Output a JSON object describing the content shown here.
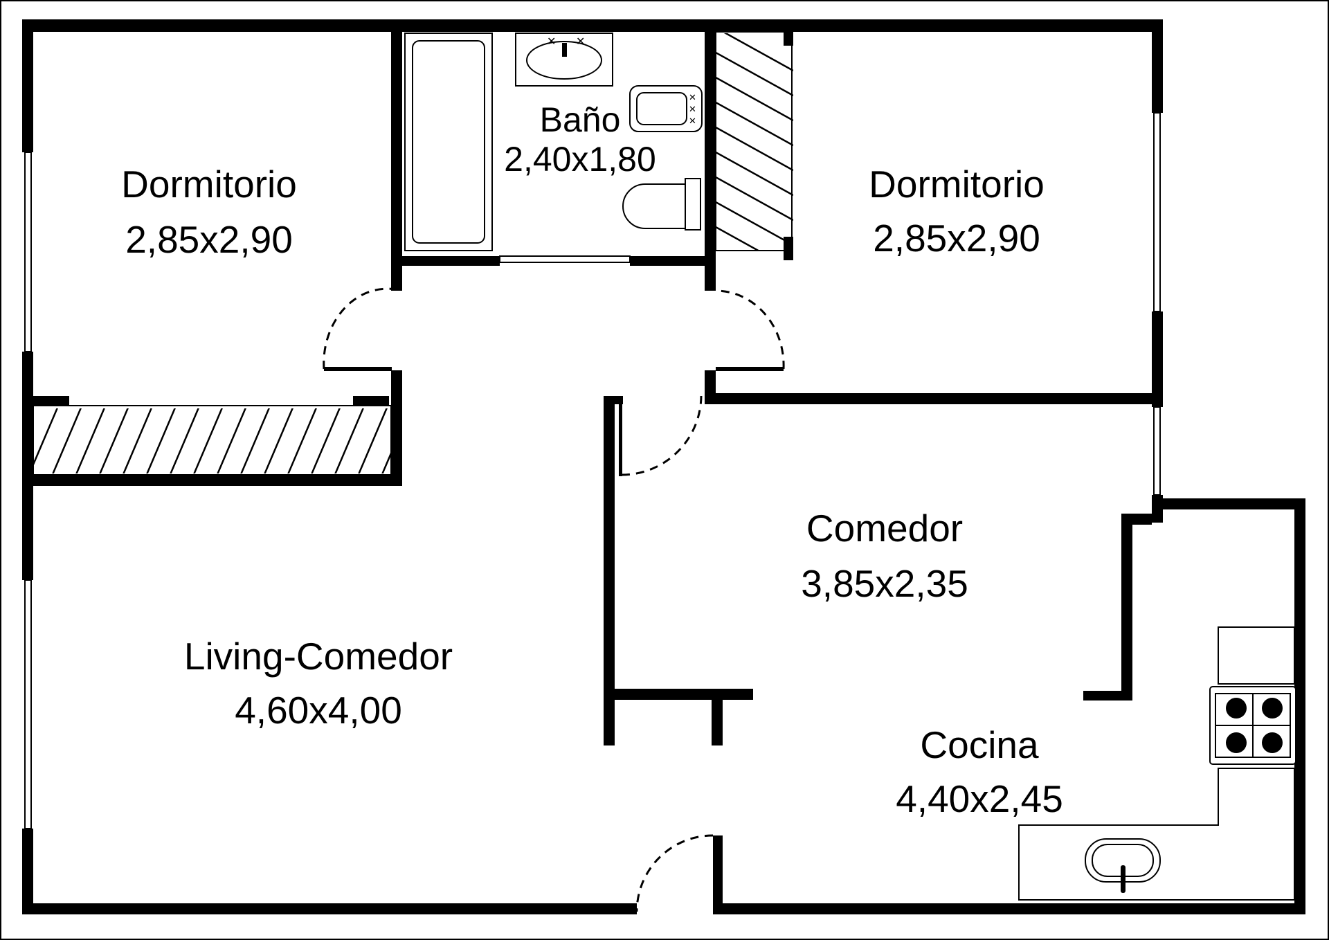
{
  "rooms": {
    "dormitorio_left": {
      "name": "Dormitorio",
      "dims": "2,85x2,90"
    },
    "bano": {
      "name": "Baño",
      "dims": "2,40x1,80"
    },
    "dormitorio_right": {
      "name": "Dormitorio",
      "dims": "2,85x2,90"
    },
    "comedor": {
      "name": "Comedor",
      "dims": "3,85x2,35"
    },
    "living_comedor": {
      "name": "Living-Comedor",
      "dims": "4,60x4,00"
    },
    "cocina": {
      "name": "Cocina",
      "dims": "4,40x2,45"
    }
  },
  "colors": {
    "wall": "#000000",
    "background": "#ffffff"
  }
}
